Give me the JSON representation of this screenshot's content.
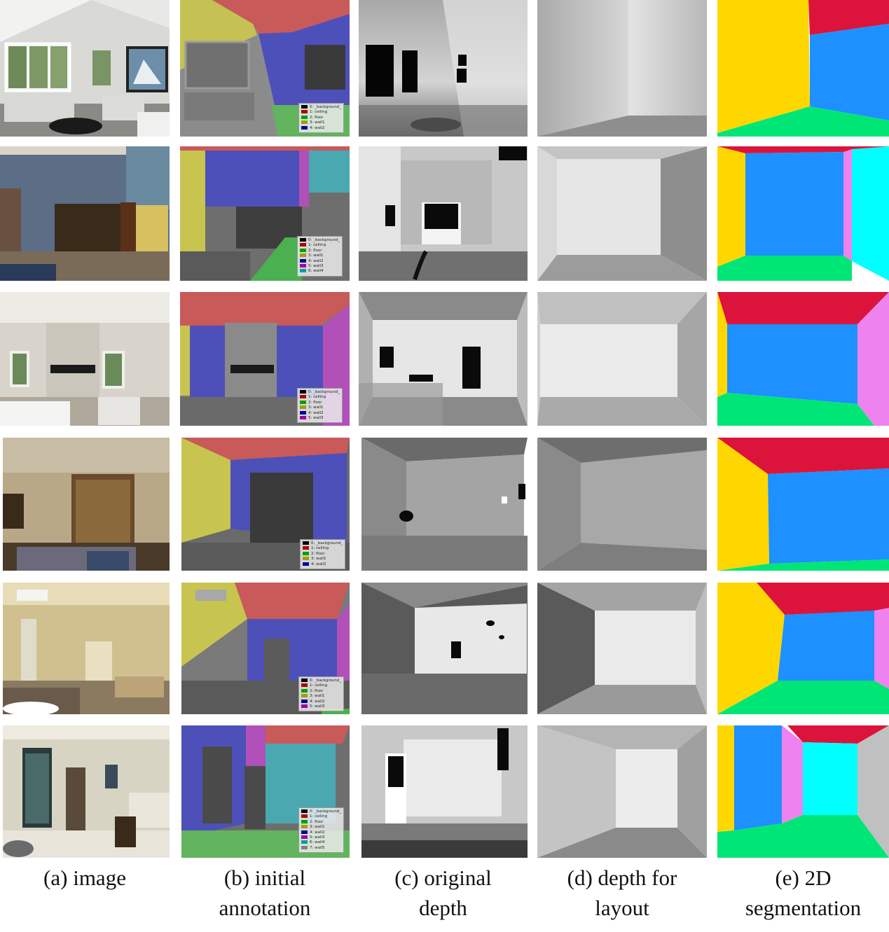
{
  "captions": {
    "a": "(a) image",
    "b1": "(b) initial",
    "b2": "annotation",
    "c1": "(c) original",
    "c2": "depth",
    "d1": "(d) depth for",
    "d2": "layout",
    "e1": "(e) 2D",
    "e2": "segmentation"
  },
  "class_colors": {
    "background": "#000000",
    "ceiling": "#dc143c",
    "floor": "#00e676",
    "wall_yellow": "#ffd700",
    "wall_blue": "#1e90ff",
    "wall_magenta": "#ee82ee",
    "wall_cyan": "#00ffff",
    "wall_gray": "#c0c0c0"
  },
  "legends": [
    [
      "0: _background_",
      "1: ceiling",
      "2: floor",
      "3: wall1",
      "4: wall2"
    ],
    [
      "0: _background_",
      "1: ceiling",
      "2: floor",
      "3: wall1",
      "4: wall2",
      "5: wall3",
      "6: wall4"
    ],
    [
      "0: _background_",
      "1: ceiling",
      "2: floor",
      "3: wall1",
      "4: wall2",
      "5: wall3"
    ],
    [
      "0: _background_",
      "1: ceiling",
      "2: floor",
      "3: wall1",
      "4: wall2"
    ],
    [
      "0: _background_",
      "1: ceiling",
      "2: floor",
      "3: wall1",
      "4: wall2",
      "5: wall3"
    ],
    [
      "0: _background_",
      "1: ceiling",
      "2: floor",
      "3: wall1",
      "4: wall2",
      "5: wall3",
      "6: wall4",
      "7: wall5"
    ]
  ],
  "legend_swatches": [
    "#000000",
    "#b00000",
    "#00a000",
    "#a0a000",
    "#0000a0",
    "#a000a0",
    "#00a0a0",
    "#808080"
  ]
}
